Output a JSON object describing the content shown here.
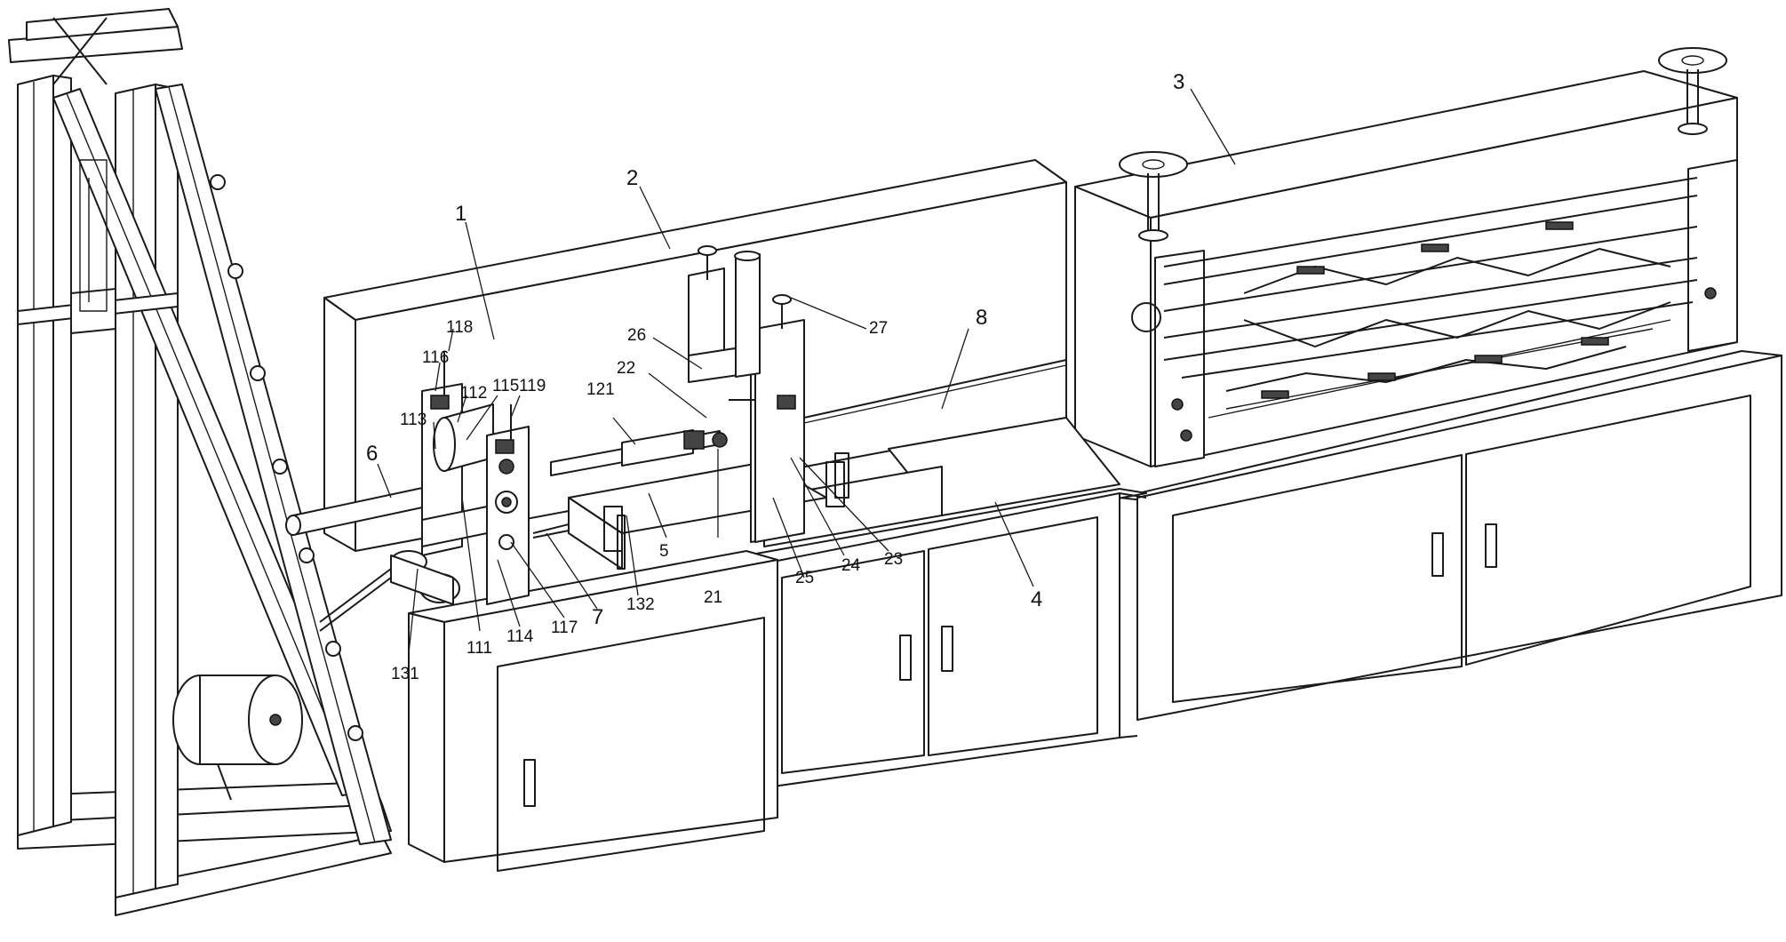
{
  "callouts": [
    {
      "id": "1",
      "text": "1"
    },
    {
      "id": "2",
      "text": "2"
    },
    {
      "id": "3",
      "text": "3"
    },
    {
      "id": "4",
      "text": "4"
    },
    {
      "id": "5",
      "text": "5"
    },
    {
      "id": "6",
      "text": "6"
    },
    {
      "id": "7",
      "text": "7"
    },
    {
      "id": "8",
      "text": "8"
    },
    {
      "id": "21",
      "text": "21"
    },
    {
      "id": "22",
      "text": "22"
    },
    {
      "id": "23",
      "text": "23"
    },
    {
      "id": "24",
      "text": "24"
    },
    {
      "id": "25",
      "text": "25"
    },
    {
      "id": "26",
      "text": "26"
    },
    {
      "id": "27",
      "text": "27"
    },
    {
      "id": "111",
      "text": "111"
    },
    {
      "id": "112",
      "text": "112"
    },
    {
      "id": "113",
      "text": "113"
    },
    {
      "id": "114",
      "text": "114"
    },
    {
      "id": "115",
      "text": "115"
    },
    {
      "id": "116",
      "text": "116"
    },
    {
      "id": "117",
      "text": "117"
    },
    {
      "id": "118",
      "text": "118"
    },
    {
      "id": "119",
      "text": "119"
    },
    {
      "id": "121",
      "text": "121"
    },
    {
      "id": "131",
      "text": "131"
    },
    {
      "id": "132",
      "text": "132"
    }
  ]
}
